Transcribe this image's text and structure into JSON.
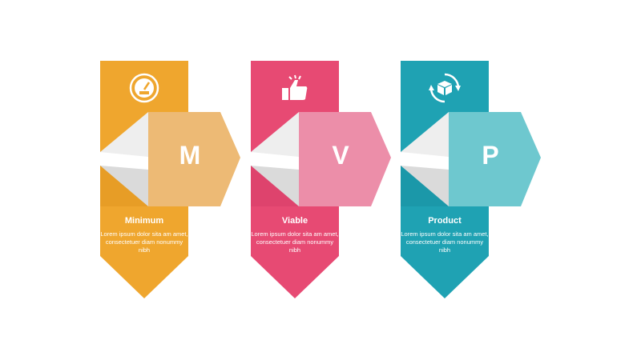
{
  "steps": [
    {
      "letter": "M",
      "title": "Minimum",
      "description": "Lorem ipsum dolor sita am amet, consectetuer diam nonummy nibh",
      "icon": "speedometer-icon",
      "colors": {
        "dark": "#EFA62E",
        "light": "#EDBA75",
        "shadow": "#D98D16"
      }
    },
    {
      "letter": "V",
      "title": "Viable",
      "description": "Lorem ipsum dolor sita am amet, consectetuer diam nonummy nibh",
      "icon": "thumbs-up-icon",
      "colors": {
        "dark": "#E74A73",
        "light": "#EC8EA9",
        "shadow": "#CE3760"
      }
    },
    {
      "letter": "P",
      "title": "Product",
      "description": "Lorem ipsum dolor sita am amet, consectetuer diam nonummy nibh",
      "icon": "box-refresh-icon",
      "colors": {
        "dark": "#1FA2B3",
        "light": "#6EC8CF",
        "shadow": "#158897"
      }
    }
  ]
}
